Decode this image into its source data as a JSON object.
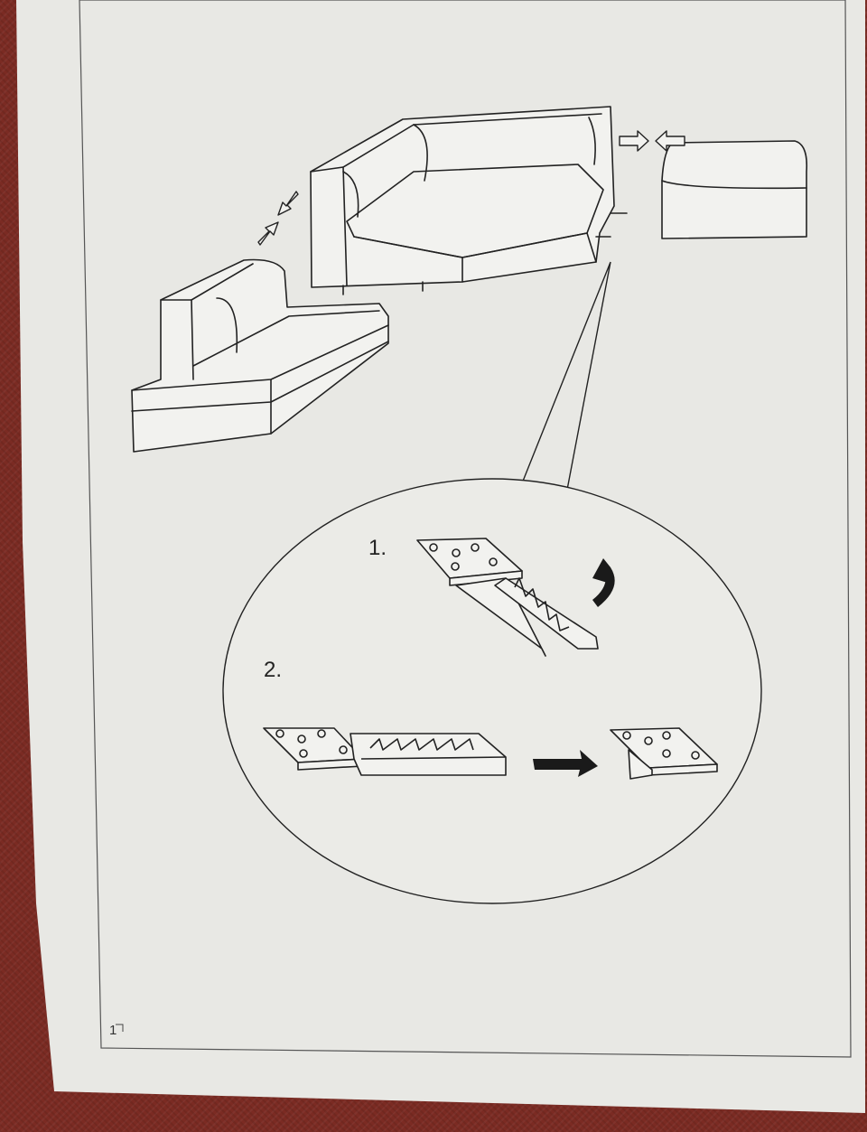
{
  "document": {
    "type": "assembly-instruction-page",
    "paper_color": "#e9e9e6",
    "line_color": "#2a2a2a",
    "background_color": "#7b2b23"
  },
  "steps": [
    {
      "number": "1.",
      "icon": "bracket-fold-illustration",
      "action_icon": "curved-arrow-rotate-icon"
    },
    {
      "number": "2.",
      "icon": "bracket-slide-illustration",
      "action_icon": "right-arrow-icon"
    }
  ],
  "illustrations": {
    "main": "modular-sofa-assembly",
    "parts": [
      "chaise-module",
      "corner-module",
      "ottoman-module"
    ],
    "connectors": [
      "double-arrow-left-icon",
      "double-arrow-right-icon"
    ]
  },
  "footer": {
    "page_number": "1"
  }
}
